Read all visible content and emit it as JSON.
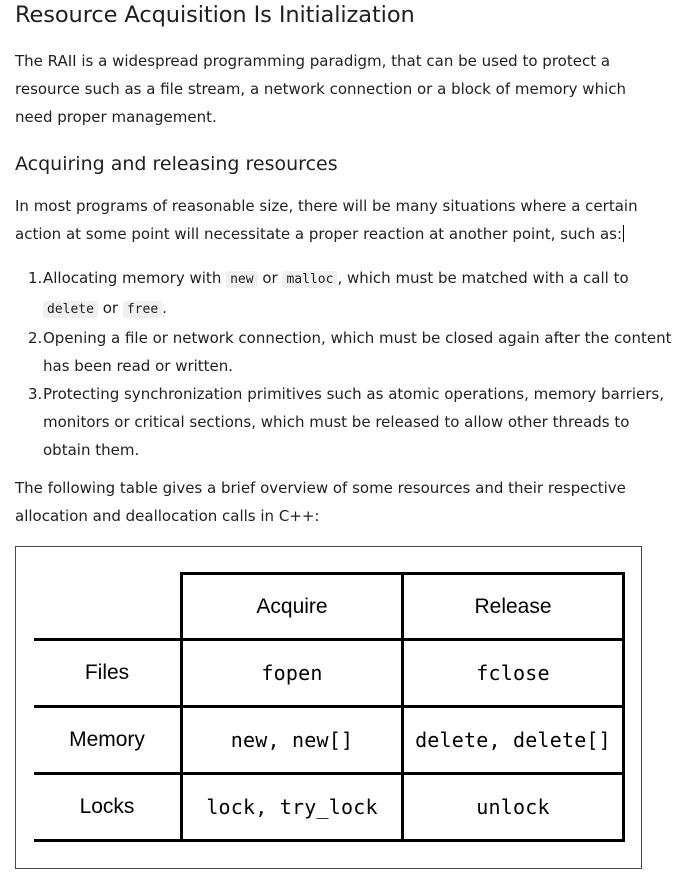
{
  "title": "Resource Acquisition Is Initialization",
  "intro": "The RAII is a widespread programming paradigm, that can be used to protect a resource such as a file stream, a network connection or a block of memory which need proper management.",
  "section": {
    "heading": "Acquiring and releasing resources",
    "text": "In most programs of reasonable size, there will be many situations where a certain action at some point will necessitate a proper reaction at another point, such as:",
    "list": [
      {
        "number": "1.",
        "prefix": "Allocating memory with ",
        "code1": "new",
        "mid1": " or ",
        "code2": "malloc",
        "mid2": ", which must be matched with a call to ",
        "code3": "delete",
        "mid3": " or ",
        "code4": "free",
        "suffix": "."
      },
      {
        "number": "2.",
        "text": "Opening a file or network connection, which must be closed again after the content has been read or written."
      },
      {
        "number": "3.",
        "text": "Protecting synchronization primitives such as atomic operations, memory barriers, monitors or critical sections, which must be released to allow other threads to obtain them."
      }
    ],
    "table_intro": "The following table gives a brief overview of some resources and their respective allocation and deallocation calls in C++:"
  },
  "table": {
    "headers": [
      "Acquire",
      "Release"
    ],
    "rows": [
      {
        "resource": "Files",
        "acquire": "fopen",
        "release": "fclose"
      },
      {
        "resource": "Memory",
        "acquire": "new, new[]",
        "release": "delete, delete[]"
      },
      {
        "resource": "Locks",
        "acquire": "lock, try_lock",
        "release": "unlock"
      }
    ]
  }
}
